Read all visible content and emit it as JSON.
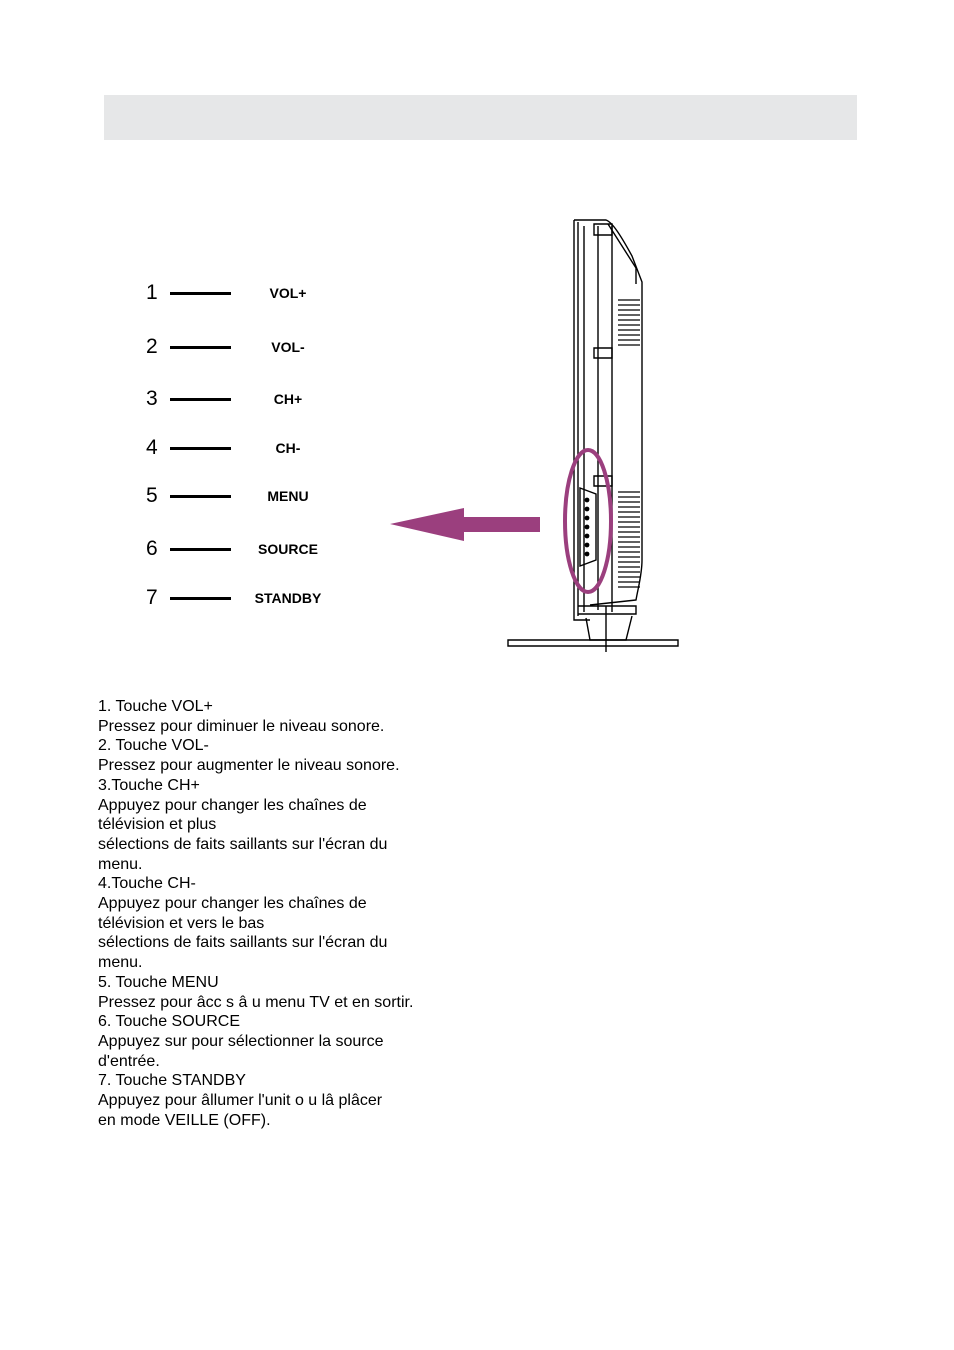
{
  "keys": [
    {
      "num": "1",
      "label": "VOL+"
    },
    {
      "num": "2",
      "label": "VOL-"
    },
    {
      "num": "3",
      "label": "CH+"
    },
    {
      "num": "4",
      "label": "CH-"
    },
    {
      "num": "5",
      "label": "MENU"
    },
    {
      "num": "6",
      "label": "SOURCE"
    },
    {
      "num": "7",
      "label": "STANDBY"
    }
  ],
  "colors": {
    "header_band": "#e6e7e8",
    "accent": "#9b3f7e"
  },
  "diagram": {
    "arrow_icon": "arrow-left-icon",
    "highlight_icon": "ellipse-highlight-icon"
  },
  "description": [
    "1. Touche VOL+",
    "Pressez pour diminuer le niveau sonore.",
    "2. Touche  VOL-",
    "Pressez pour augmenter le niveau sonore.",
    "3.Touche CH+",
    "Appuyez pour changer les chaînes de",
    "télévision et plus",
    "sélections de faits saillants sur l'écran du",
    "menu.",
    "4.Touche CH-",
    "Appuyez pour changer les chaînes de",
    "télévision et vers le bas",
    "sélections de faits saillants sur l'écran du",
    "menu.",
    "5. Touche MENU",
    "Pressez pour âcc s â u menu TV et en sortir.",
    "6. Touche SOURCE",
    "Appuyez sur pour sélectionner la source",
    "d'entrée.",
    "7. Touche STANDBY",
    "Appuyez pour âllumer l'unit o u lâ plâcer",
    "en mode VEILLE (OFF)."
  ]
}
